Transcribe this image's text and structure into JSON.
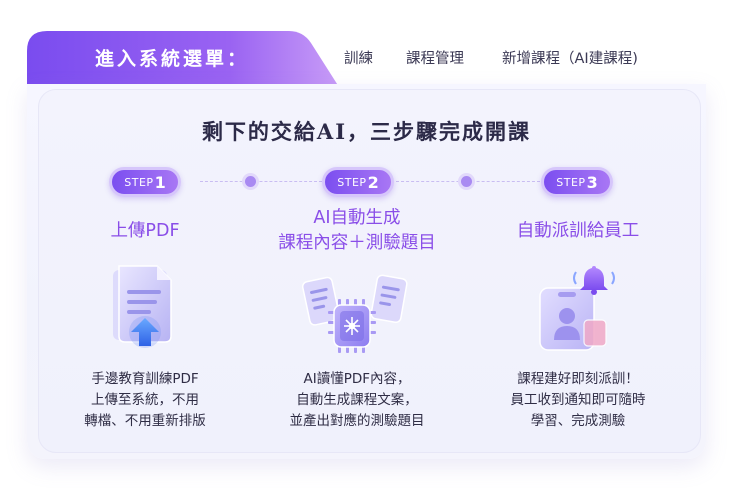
{
  "header": {
    "menu_title": "進入系統選單：",
    "nav": [
      "訓練",
      "課程管理",
      "新增課程（AI建課程)"
    ]
  },
  "headline": "剩下的交給AI，三步驟完成開課",
  "steps": [
    {
      "badge_label": "STEP",
      "badge_number": "1",
      "title_lines": [
        "上傳PDF"
      ],
      "illustration": "document-upload-icon",
      "desc_lines": [
        "手邊教育訓練PDF",
        "上傳至系統，不用",
        "轉檔、不用重新排版"
      ]
    },
    {
      "badge_label": "STEP",
      "badge_number": "2",
      "title_lines": [
        "AI自動生成",
        "課程內容＋測驗題目"
      ],
      "illustration": "ai-chip-documents-icon",
      "desc_lines": [
        "AI讀懂PDF內容，",
        "自動生成課程文案，",
        "並產出對應的測驗題目"
      ]
    },
    {
      "badge_label": "STEP",
      "badge_number": "3",
      "title_lines": [
        "自動派訓給員工"
      ],
      "illustration": "employee-badge-bell-icon",
      "desc_lines": [
        "課程建好即刻派訓！",
        "員工收到通知即可隨時",
        "學習、完成測驗"
      ]
    }
  ],
  "colors": {
    "accent": "#8b5cf6",
    "tab_gradient_start": "#7b4ef0",
    "tab_gradient_end": "#c48ef6",
    "title_purple": "#8a4ee8",
    "text_dark": "#2f2d45"
  }
}
